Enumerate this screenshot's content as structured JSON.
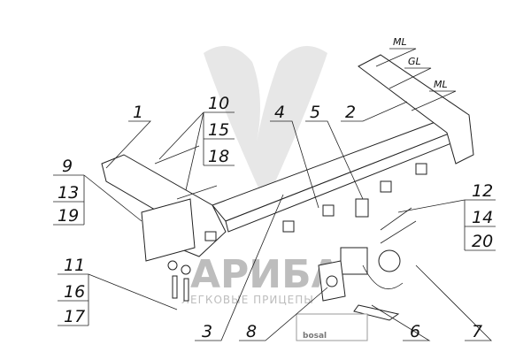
{
  "watermark": {
    "brand": "АРИБА",
    "subtitle": "ЛЕГКОВЫЕ ПРИЦЕПЫ"
  },
  "plate": {
    "brand": "bosal"
  },
  "callouts": {
    "c1": "1",
    "c2": "2",
    "c3": "3",
    "c4": "4",
    "c5": "5",
    "c6": "6",
    "c7": "7",
    "c8": "8",
    "c9": "9",
    "c13": "13",
    "c19": "19",
    "c10": "10",
    "c15": "15",
    "c18": "18",
    "c12": "12",
    "c14": "14",
    "c20": "20",
    "c11": "11",
    "c16": "16",
    "c17": "17",
    "ml1": "ML",
    "gl": "GL",
    "ml2": "ML"
  }
}
